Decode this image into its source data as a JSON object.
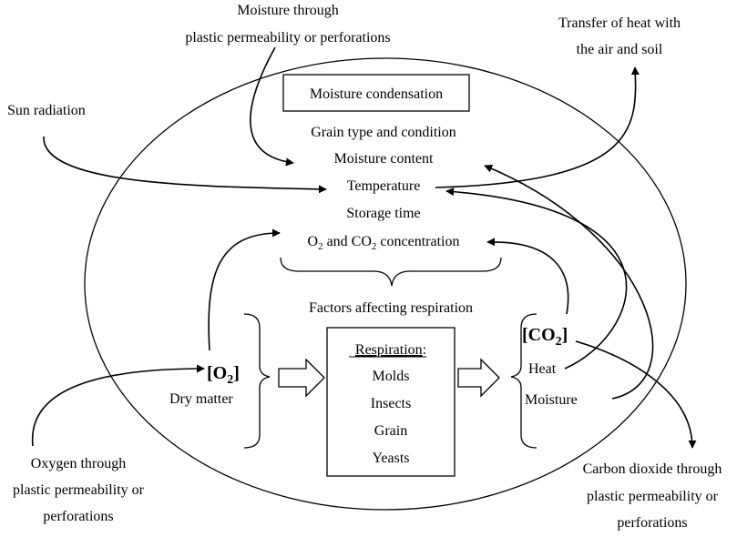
{
  "labels": {
    "moisture_through_1": "Moisture through",
    "moisture_through_2": "plastic permeability or perforations",
    "transfer_heat_1": "Transfer of heat with",
    "transfer_heat_2": "the air and soil",
    "sun_radiation": "Sun radiation",
    "moisture_condensation": "Moisture condensation",
    "grain_type": "Grain type and condition",
    "moisture_content": "Moisture content",
    "temperature": "Temperature",
    "storage_time": "Storage time",
    "o2_co2_part1": "O",
    "o2_co2_sub1": "2",
    "o2_co2_part2": " and CO",
    "o2_co2_sub2": "2",
    "o2_co2_part3": " concentration",
    "factors_affecting": "Factors affecting respiration",
    "o2_open": "[O",
    "o2_sub": "2",
    "o2_close": "]",
    "dry_matter": "Dry matter",
    "respiration_title": "Respiration",
    "respiration_colon": ":",
    "molds": "Molds",
    "insects": "Insects",
    "grain": "Grain",
    "yeasts": "Yeasts",
    "co2_open": "[CO",
    "co2_sub": "2",
    "co2_close": "]",
    "heat": "Heat",
    "moisture": "Moisture",
    "oxygen_1": "Oxygen through",
    "oxygen_2": "plastic permeability or",
    "oxygen_3": "perforations",
    "co2_through_1": "Carbon dioxide through",
    "co2_through_2": "plastic permeability or",
    "co2_through_3": "perforations"
  }
}
